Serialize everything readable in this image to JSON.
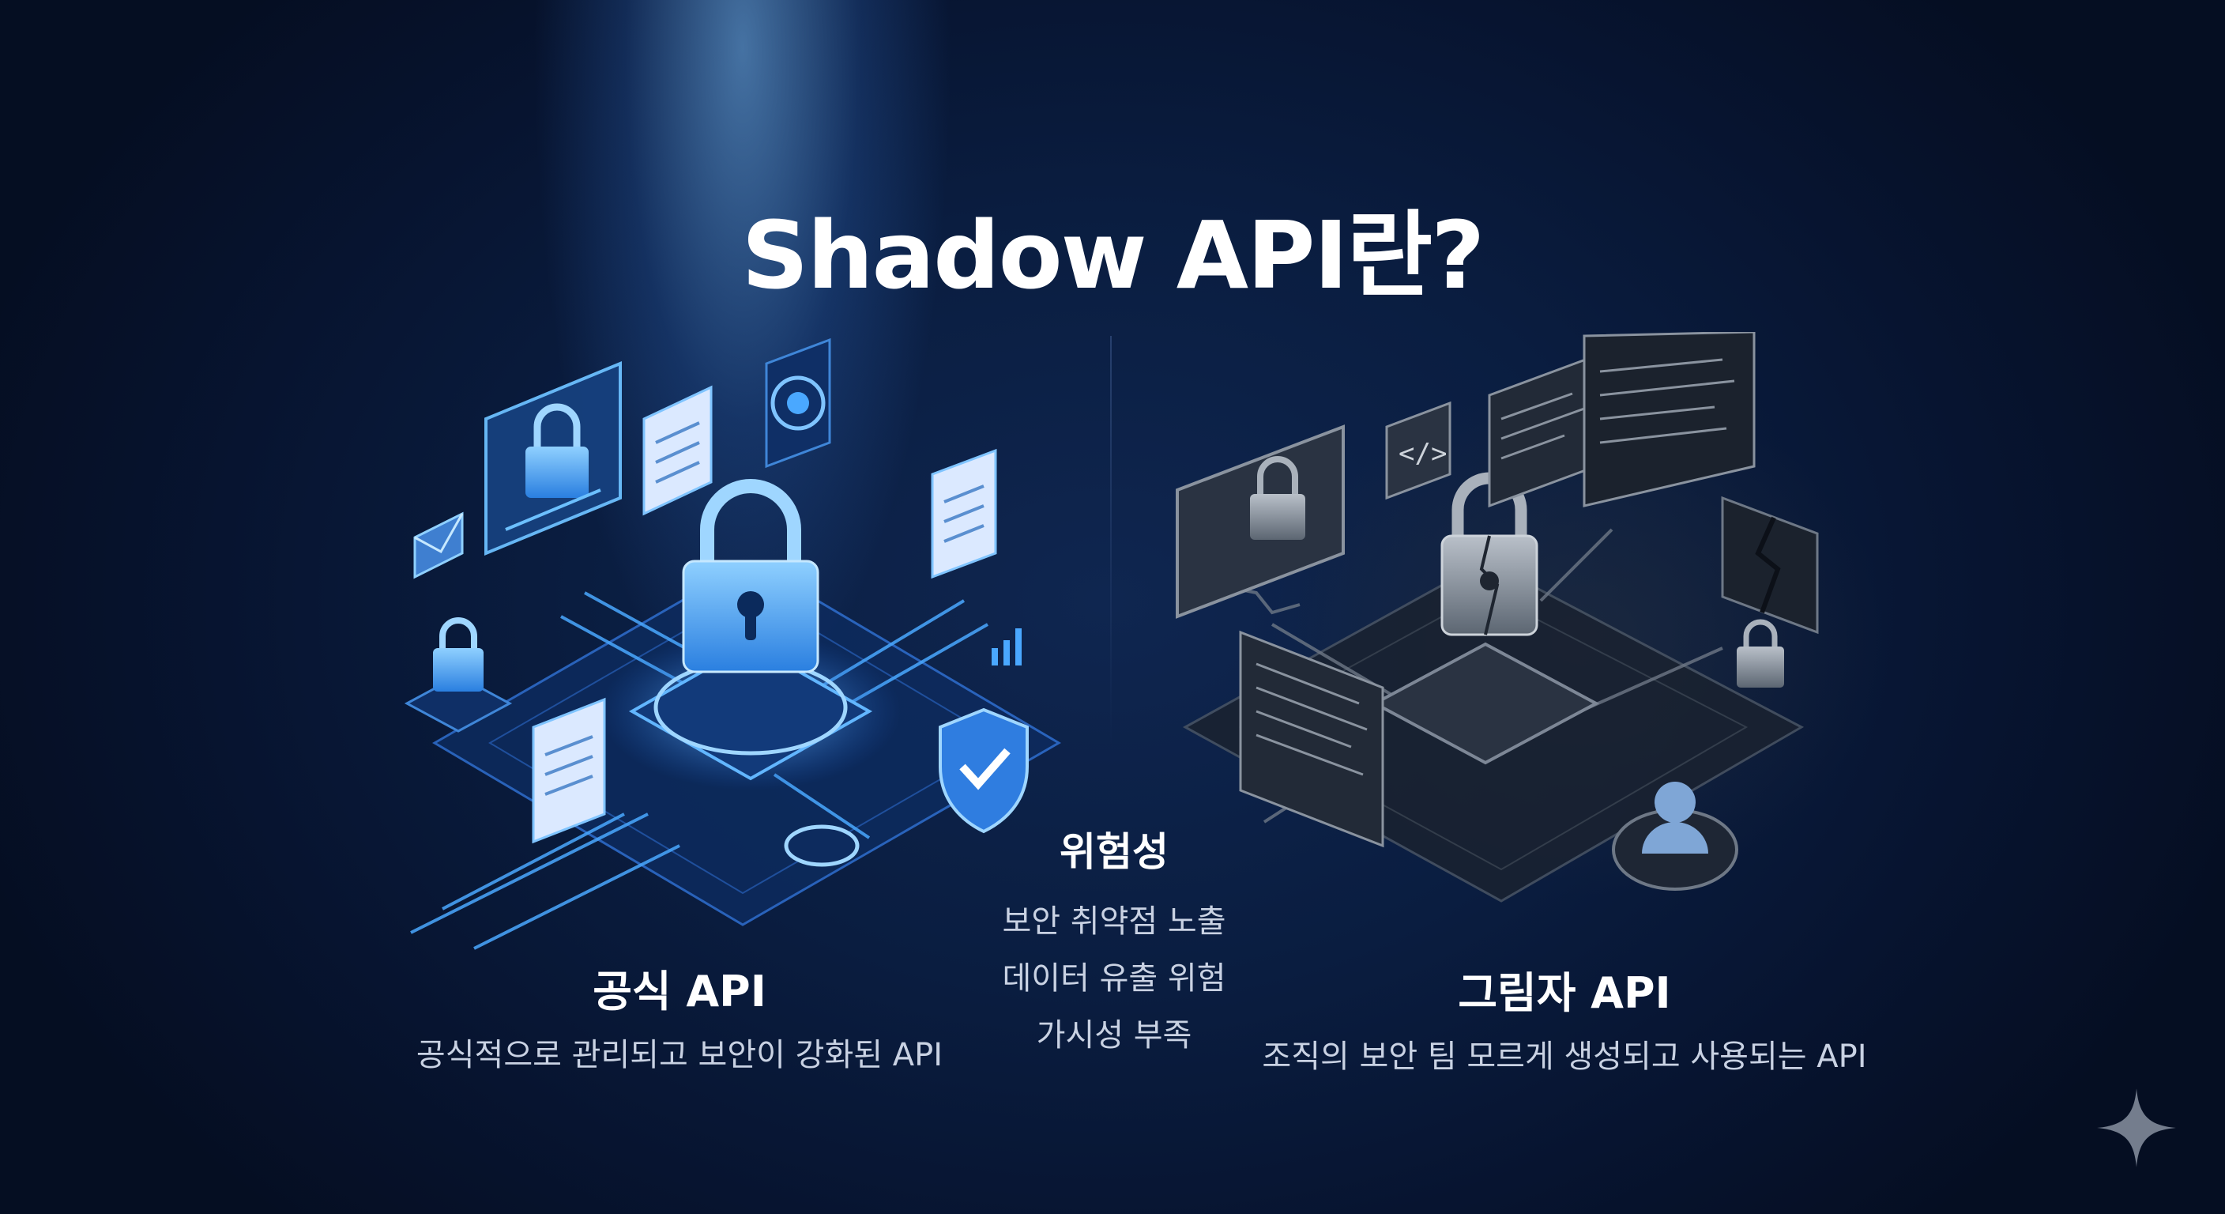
{
  "title": "Shadow API란?",
  "left": {
    "heading": "공식 API",
    "description": "공식적으로 관리되고 보안이 강화된 API"
  },
  "risk": {
    "heading": "위험성",
    "items": [
      "보안 취약점 노출",
      "데이터 유출 위험",
      "가시성 부족"
    ]
  },
  "right": {
    "heading": "그림자 API",
    "description": "조직의 보안 팀 모르게 생성되고 사용되는 API"
  },
  "colors": {
    "background": "#0a1d40",
    "official_accent": "#4aa8ff",
    "shadow_accent": "#8a939f"
  }
}
